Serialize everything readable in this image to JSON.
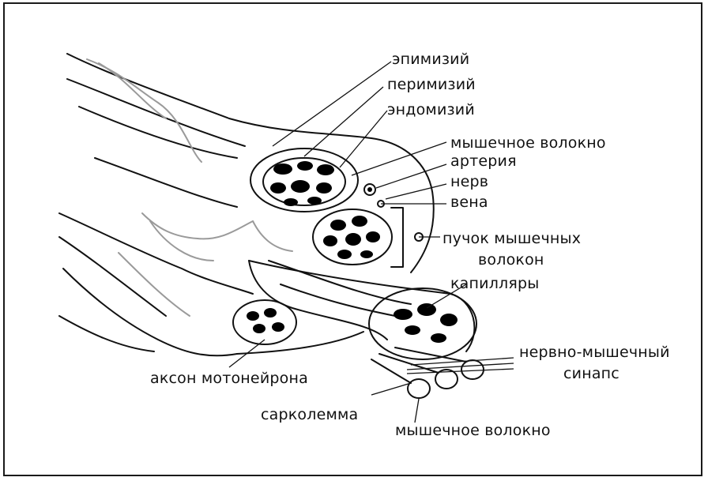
{
  "labels": {
    "epimysium": "эпимизий",
    "perimysium": "перимизий",
    "endomysium": "эндомизий",
    "muscle_fiber": "мышечное волокно",
    "artery": "артерия",
    "nerve": "нерв",
    "vein": "вена",
    "bundle_line1": "пучок мышечных",
    "bundle_line2": "волокон",
    "capillaries": "капилляры",
    "nmj_line1": "нервно-мышечный",
    "nmj_line2": "синапс",
    "axon": "аксон мотонейрона",
    "sarcolemma": "сарколемма",
    "muscle_fiber_bottom": "мышечное волокно"
  },
  "colors": {
    "line": "#111111",
    "grey": "#9a9a9a",
    "fill": "#000000"
  }
}
